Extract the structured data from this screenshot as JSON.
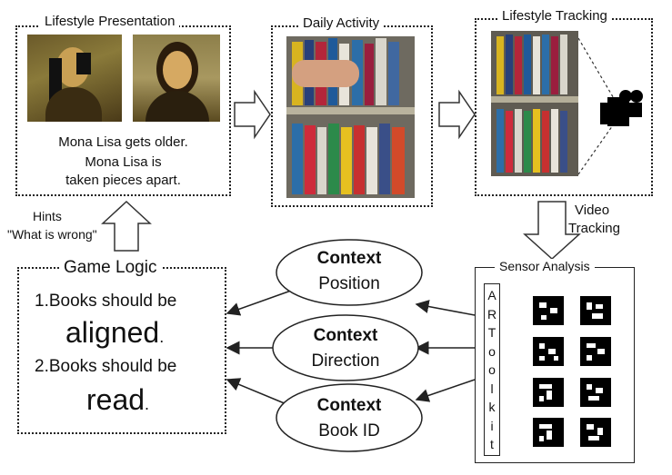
{
  "lifestyle_presentation": {
    "title": "Lifestyle Presentation",
    "caption_line1": "Mona Lisa gets older.",
    "caption_line2": "Mona Lisa is",
    "caption_line3": "taken pieces apart."
  },
  "daily_activity": {
    "title": "Daily Activity"
  },
  "lifestyle_tracking": {
    "title": "Lifestyle Tracking"
  },
  "video_tracking": {
    "line1": "Video",
    "line2": "Tracking"
  },
  "hints": {
    "line1": "Hints",
    "line2": "\"What is wrong\""
  },
  "game_logic": {
    "title": "Game Logic",
    "rule1_prefix": "1.Books should be",
    "rule1_word": "aligned",
    "rule2_prefix": "2.Books should be",
    "rule2_word": "read",
    "period": "."
  },
  "contexts": [
    {
      "bold": "Context",
      "label": "Position"
    },
    {
      "bold": "Context",
      "label": "Direction"
    },
    {
      "bold": "Context",
      "label": "Book ID"
    }
  ],
  "sensor_analysis": {
    "title": "Sensor Analysis",
    "toolkit_letters": [
      "A",
      "R",
      "T",
      "o",
      "o",
      "l",
      "k",
      "i",
      "t"
    ]
  },
  "colors": {
    "line": "#222222",
    "background": "#ffffff"
  }
}
